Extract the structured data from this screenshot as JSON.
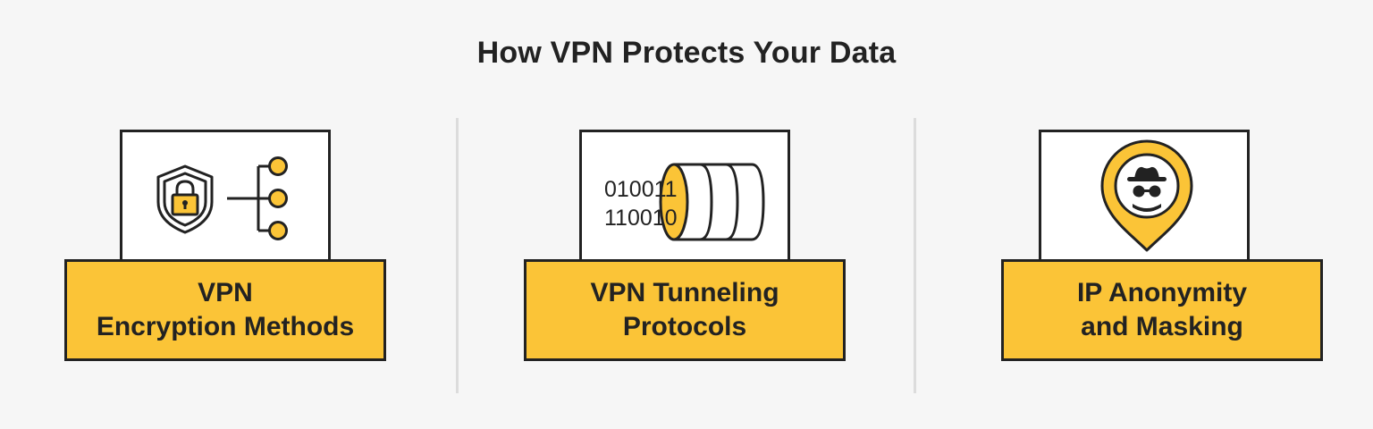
{
  "title": "How VPN Protects Your Data",
  "colors": {
    "accent": "#fbc437",
    "outline": "#222222",
    "background": "#f6f6f6",
    "divider": "#dcdcdc"
  },
  "cards": [
    {
      "icon": "shield-lock-network-icon",
      "label_line1": "VPN",
      "label_line2": "Encryption Methods"
    },
    {
      "icon": "binary-tunnel-icon",
      "label_line1": "VPN Tunneling",
      "label_line2": "Protocols",
      "binary_line1": "010011",
      "binary_line2": "110010"
    },
    {
      "icon": "location-pin-incognito-icon",
      "label_line1": "IP Anonymity",
      "label_line2": "and Masking"
    }
  ]
}
